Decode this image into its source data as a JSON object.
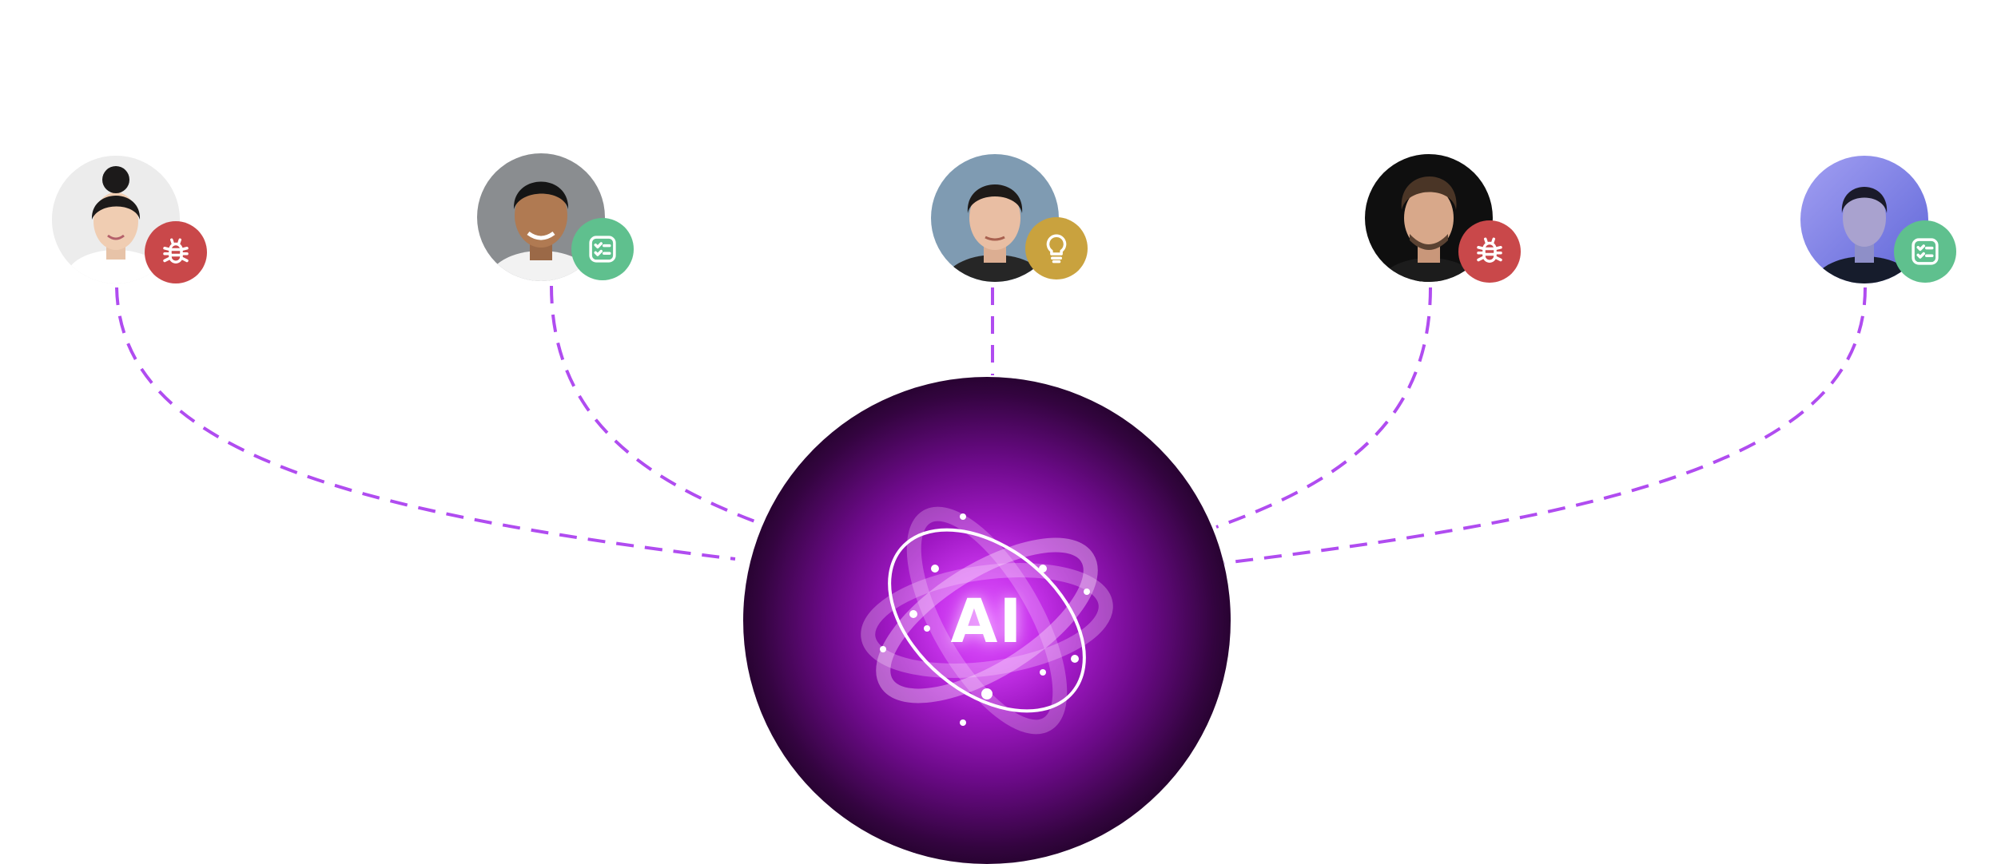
{
  "hub": {
    "label": "AI"
  },
  "colors": {
    "connector": "#b04cf0",
    "bug": "#c9484a",
    "checklist": "#5fc08e",
    "idea": "#c9a23e"
  },
  "people": [
    {
      "id": "person-1",
      "badge": "bug-icon"
    },
    {
      "id": "person-2",
      "badge": "checklist-icon"
    },
    {
      "id": "person-3",
      "badge": "lightbulb-icon"
    },
    {
      "id": "person-4",
      "badge": "bug-icon"
    },
    {
      "id": "person-5",
      "badge": "checklist-icon"
    }
  ]
}
